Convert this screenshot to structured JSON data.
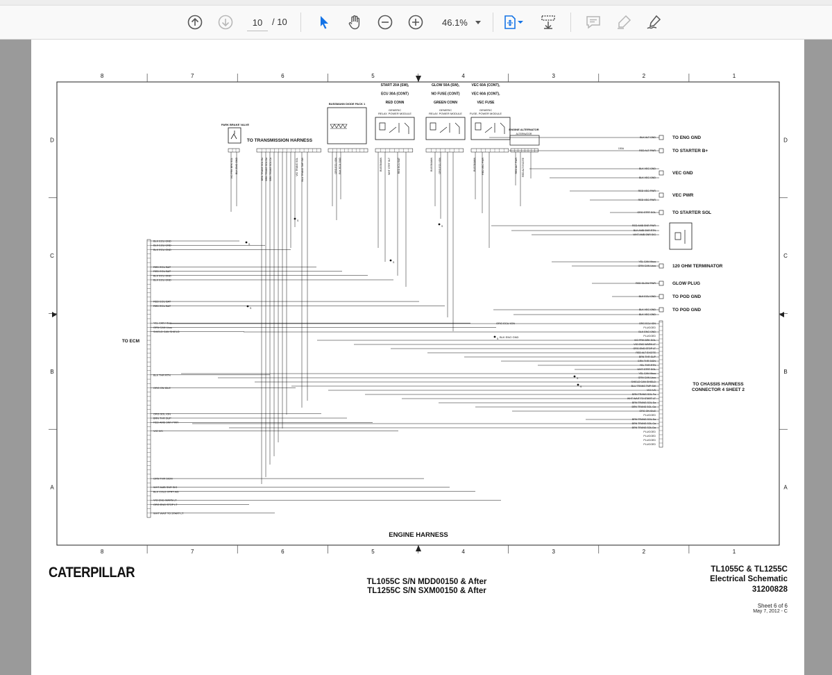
{
  "toolbar": {
    "current_page": "10",
    "total_pages": "/ 10",
    "zoom_level": "46.1%",
    "icons": [
      "arrow-up-circle-icon",
      "arrow-down-circle-icon",
      "cursor-icon",
      "hand-icon",
      "zoom-out-icon",
      "zoom-in-icon",
      "fit-page-icon",
      "scroll-mode-icon",
      "comment-icon",
      "highlight-icon",
      "sign-icon"
    ],
    "accent_color": "#1473e6"
  },
  "drawing": {
    "grid_columns": [
      "8",
      "7",
      "6",
      "5",
      "4",
      "3",
      "2",
      "1"
    ],
    "grid_rows": [
      "D",
      "C",
      "B",
      "A"
    ],
    "harness_title": "ENGINE HARNESS",
    "to_ecm": "TO ECM",
    "to_transmission": "TO TRANSMISSION HARNESS",
    "park_brake": "PARK BRAKE VALVE",
    "diode_pack": "BUSSMANN DIODE PACK 1",
    "engine_alternator": "ENGINE ALTERNATOR",
    "alternator": "ALTERNATOR",
    "module_labels": [
      {
        "lines": [
          "START 20A (SW),",
          "ECU 30A (CONT)",
          "RED CONN"
        ],
        "sub": [
          "GENERIC",
          "RELAY, POWER MODULE"
        ]
      },
      {
        "lines": [
          "GLOW 50A (SW),",
          "NO FUSE (CONT)",
          "GREEN CONN"
        ],
        "sub": [
          "GENERIC",
          "RELAY, POWER MODULE"
        ]
      },
      {
        "lines": [
          "VEC 60A (CONT),",
          "VEC 60A (CONT),",
          "VEC FUSE"
        ],
        "sub": [
          "GENERIC",
          "FUSE, POWER MODULE"
        ]
      }
    ],
    "right_labels": [
      "TO ENG GND",
      "TO STARTER B+",
      "VEC GND",
      "VEC PWR",
      "TO STARTER SOL",
      "120 OHM TERMINATOR",
      "GLOW PLUG",
      "TO POD GND",
      "TO POD GND"
    ],
    "chassis_label": [
      "TO CHASSIS HARNESS",
      "CONNECTOR 4 SHEET 2"
    ],
    "ecm_wires": [
      "BLK ECU GND",
      "BLK ECU GND",
      "BLK ECU GND",
      "RED ECU BAT",
      "RED ECU BAT",
      "BLK ECU GND",
      "BLK ECU GND",
      "RED ECU BAT",
      "RED ECU BAT",
      "YEL CAN Hbus",
      "GRN CAN Lbus",
      "SHIELD CAN SHIELD",
      "BLK THR RTN",
      "ORG ON IDLE",
      "ORG SOL IGN",
      "BRN THR SUP",
      "RED AMB SNR PWR",
      "VIO IVS",
      "GRN THR SIGN",
      "WHT AMB SNR SIG",
      "BLK COLD STRT AID",
      "VIO ENG WARN LT",
      "ORG ENG STOP LT",
      "WHT WAIT TO START LT"
    ],
    "chassis_wires": [
      "ORG ECU IGN",
      "PLUGGED",
      "BLK ENG GND",
      "PLUGGED",
      "VIO PRK BRK SOL",
      "VIO ENG WARN LT",
      "ORG ENG STOP LT",
      "RED ALT EXCITE",
      "BRN THR SUP",
      "GRN THR SIGN",
      "YEL THR RTN",
      "WHT STRT SOL",
      "YEL CAN Hbus",
      "GRN CAN Lbus",
      "SHIELD CAN SHIELD",
      "BLU TRANS TMP SW",
      "VIO IVS",
      "BRN TRANS SOL Fa",
      "WHT WAIT TO START LT",
      "BRN TRANS SOL Ea",
      "BRN TRANS SOL Ga",
      "ORG ON IDLE",
      "PLUGGED",
      "BRN TRANS SOL Ea",
      "BRN TRANS SOL Ca",
      "BRN TRANS SOL Da",
      "PLUGGED",
      "PLUGGED",
      "PLUGGED",
      "PLUGGED"
    ],
    "right_wires": [
      "BLK ALT GND",
      "RED ALT PWR",
      "BLK VEC GND",
      "BLK VEC GND",
      "RED VEC PWR",
      "RED VEC PWR",
      "ORG STRT SOL",
      "RED AMB SNR PWR",
      "BLK AMB SNR RTN",
      "WHT AMB SNR SIG",
      "YEL CAN Hbus",
      "GRN CAN Lbus",
      "RED GLOW PWR",
      "BLK ECU GND",
      "BLK VEC GND",
      "BLK VEC GND"
    ],
    "mid_labels": [
      "ORG ECU IGN",
      "BLK ENG GND"
    ],
    "fuse_label": "150A"
  },
  "footer": {
    "logo": "CATERPILLAR",
    "serial_line1": "TL1055C S/N MDD00150 & After",
    "serial_line2": "TL1255C S/N SXM00150 & After",
    "model": "TL1055C & TL1255C",
    "doc_type": "Electrical Schematic",
    "doc_number": "31200828",
    "sheet": "Sheet 6 of 6",
    "date": "May 7, 2012 - C"
  }
}
